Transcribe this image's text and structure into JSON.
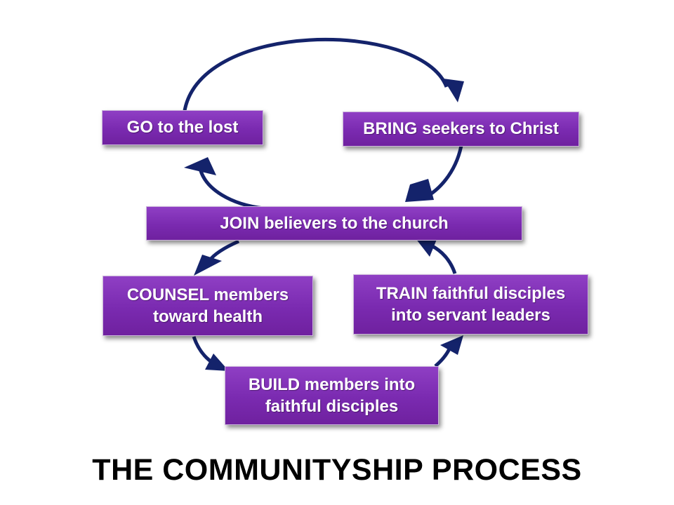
{
  "title": "THE COMMUNITYSHIP PROCESS",
  "colors": {
    "box_fill": "#7a2ab0",
    "box_border": "#cdb7dc",
    "arrow": "#14236b",
    "title_text": "#000000"
  },
  "stages": {
    "go": "GO to the lost",
    "bring": "BRING seekers to Christ",
    "join": "JOIN believers to the church",
    "counsel": "COUNSEL members\ntoward health",
    "train": "TRAIN faithful disciples\ninto servant leaders",
    "build": "BUILD members into\nfaithful disciples"
  },
  "cycles": [
    {
      "name": "outreach-loop",
      "sequence": [
        "go",
        "bring",
        "join",
        "go"
      ]
    },
    {
      "name": "discipleship-loop",
      "sequence": [
        "join",
        "counsel",
        "build",
        "train",
        "join"
      ]
    }
  ]
}
